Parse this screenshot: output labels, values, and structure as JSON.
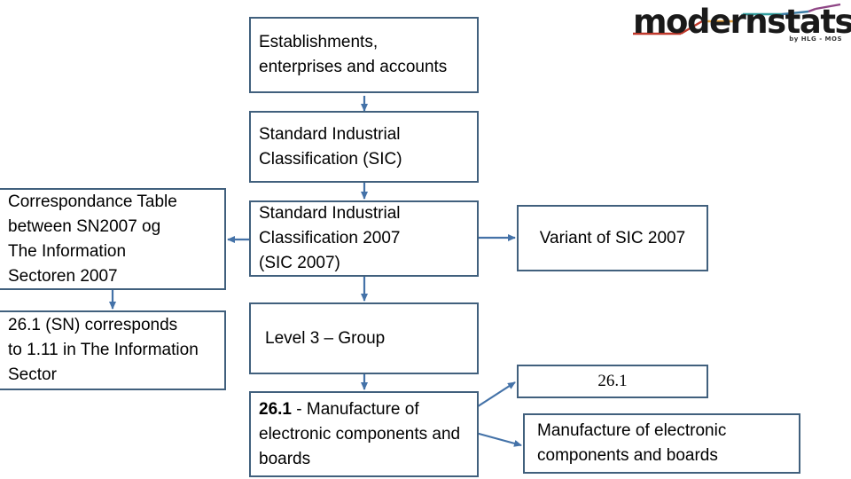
{
  "document": {
    "type": "flow-diagram",
    "title": "Classification correspondence flow diagram"
  },
  "logo": {
    "wordmark": "modernstats",
    "subtitle": "by HLG - MOS",
    "stroke_colors": [
      "#c0392b",
      "#e8a33d",
      "#2f9e9e",
      "#3a7ca5",
      "#8e4585"
    ]
  },
  "nodes": {
    "establishments": {
      "label": "Establishments,\nenterprises and accounts"
    },
    "sic": {
      "label": "Standard Industrial\nClassification (SIC)"
    },
    "sic_2007": {
      "label": "Standard Industrial\nClassification 2007\n(SIC 2007)"
    },
    "correspondance_table": {
      "label": "Correspondance Table\nbetween SN2007 og\nThe Information\nSectoren 2007"
    },
    "variant": {
      "label": "Variant of SIC 2007"
    },
    "correspondance_detail": {
      "label": "26.1 (SN) corresponds\nto 1.11 in The Information\nSector"
    },
    "level_3": {
      "label": "Level 3 – Group"
    },
    "manufacture_261": {
      "code": "26.1",
      "label": " - Manufacture of\nelectronic components and\nboards"
    },
    "code_261": {
      "label": "26.1"
    },
    "manufacture_right": {
      "label": "Manufacture of electronic\ncomponents and boards"
    }
  },
  "connectors": {
    "line_color": "#4472a8",
    "edges": [
      {
        "name": "sic-to-establishments",
        "direction": "up"
      },
      {
        "name": "sic-to-sic2007",
        "direction": "down"
      },
      {
        "name": "sic2007-to-correspondance",
        "direction": "left"
      },
      {
        "name": "sic2007-to-variant",
        "direction": "right"
      },
      {
        "name": "correspondance-to-detail",
        "direction": "down"
      },
      {
        "name": "sic2007-to-level3",
        "direction": "down"
      },
      {
        "name": "level3-to-manufacture",
        "direction": "down"
      },
      {
        "name": "manufacture-to-code261",
        "direction": "up-right"
      },
      {
        "name": "manufacture-to-manufacture-right",
        "direction": "down-right"
      }
    ]
  },
  "theme": {
    "box_border": "#41607d",
    "arrow_blue": "#4472a8",
    "background": "#ffffff",
    "text": "#000000"
  }
}
